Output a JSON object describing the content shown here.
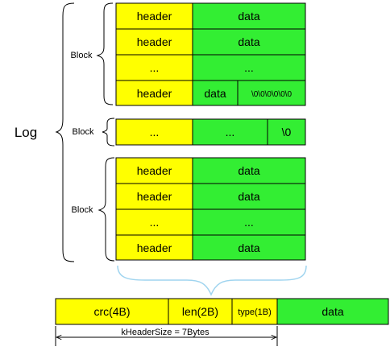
{
  "log_label": "Log",
  "colors": {
    "header": "#ffff00",
    "data": "#33ee33",
    "stroke": "#000000",
    "brace": "#9fd4ef"
  },
  "blocks": [
    {
      "label": "Block",
      "rows": [
        {
          "type": "full",
          "header": "header",
          "data": "data"
        },
        {
          "type": "full",
          "header": "header",
          "data": "data"
        },
        {
          "type": "full",
          "header": "...",
          "data": "..."
        },
        {
          "type": "split",
          "header": "header",
          "data": "data",
          "pad": "\\0\\0\\0\\0\\0\\0"
        }
      ]
    },
    {
      "label": "Block",
      "rows": [
        {
          "type": "padded",
          "header": "...",
          "data": "...",
          "pad": "\\0"
        }
      ]
    },
    {
      "label": "Block",
      "rows": [
        {
          "type": "full",
          "header": "header",
          "data": "data"
        },
        {
          "type": "full",
          "header": "header",
          "data": "data"
        },
        {
          "type": "full",
          "header": "...",
          "data": "..."
        },
        {
          "type": "full",
          "header": "header",
          "data": "data"
        }
      ]
    }
  ],
  "record": {
    "crc": "crc(4B)",
    "len": "len(2B)",
    "type": "type(1B)",
    "data": "data"
  },
  "header_size_label": "kHeaderSize = 7Bytes"
}
